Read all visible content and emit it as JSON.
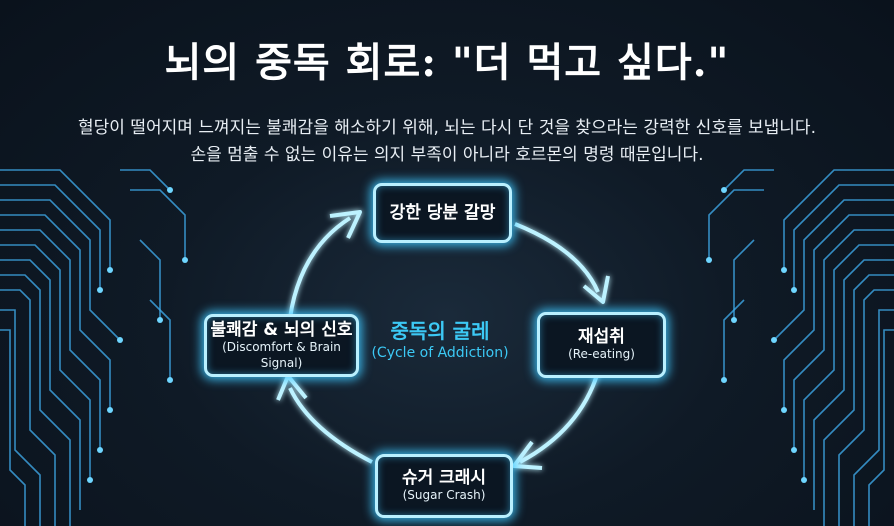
{
  "header": {
    "title": "뇌의 중독 회로: \"더 먹고 싶다.\"",
    "subtitle_line1": "혈당이 떨어지며 느껴지는 불쾌감을 해소하기 위해, 뇌는 다시 단 것을 찾으라는 강력한 신호를 보냅니다.",
    "subtitle_line2": "손을 멈출 수 없는 이유는 의지 부족이 아니라 호르몬의 명령 때문입니다."
  },
  "cycle": {
    "center_label": "중독의 굴레",
    "center_sublabel": "(Cycle of Addiction)",
    "nodes": [
      {
        "label": "강한 당분 갈망",
        "sublabel": ""
      },
      {
        "label": "재섭취",
        "sublabel": "(Re-eating)"
      },
      {
        "label": "슈거 크래시",
        "sublabel": "(Sugar Crash)"
      },
      {
        "label": "불쾌감 & 뇌의 신호",
        "sublabel": "(Discomfort & Brain Signal)"
      }
    ]
  },
  "colors": {
    "background": "#0f1a26",
    "glow": "#40c8ff",
    "accent_text": "#3cc9f5",
    "circuit": "#3fa9e8"
  },
  "icons": [
    "cycle-arrow-icon",
    "circuit-board-icon"
  ]
}
